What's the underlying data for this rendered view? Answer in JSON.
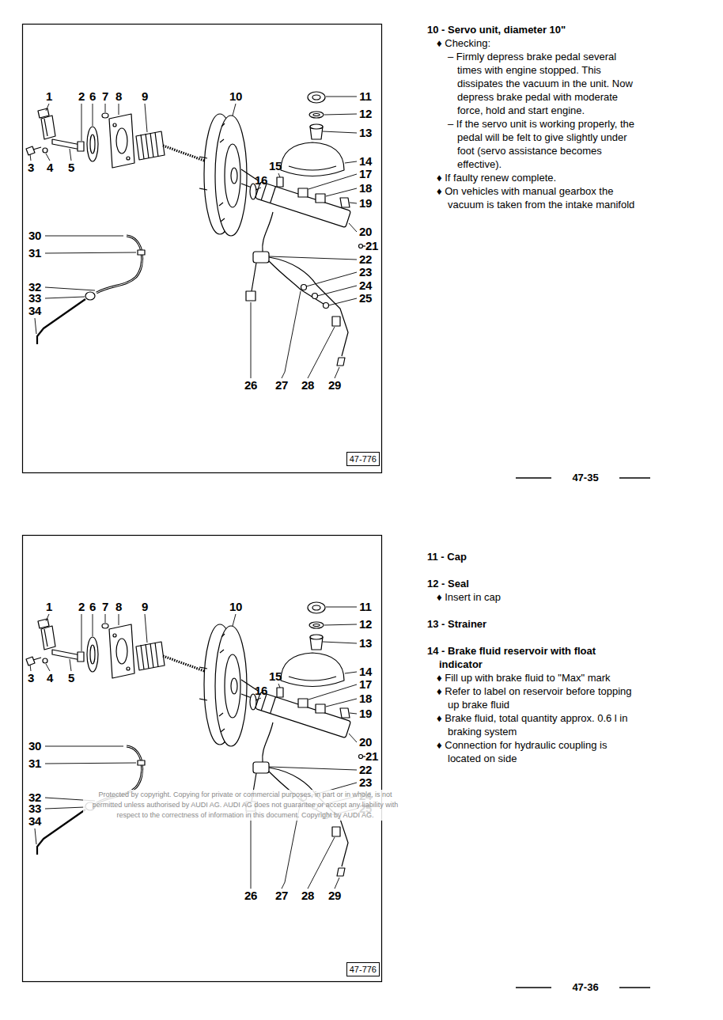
{
  "diagram": {
    "nodes": [
      {
        "text": [
          "47-776"
        ]
      },
      {
        "text": [
          "47-776"
        ]
      }
    ],
    "labels": [
      "1",
      "2",
      "6",
      "7",
      "8",
      "9",
      "10",
      "11",
      "12",
      "13",
      "14",
      "15",
      "16",
      "17",
      "18",
      "19",
      "3",
      "4",
      "5",
      "20",
      "21",
      "22",
      "23",
      "24",
      "25",
      "30",
      "31",
      "32",
      "33",
      "34",
      "26",
      "27",
      "28",
      "29",
      "1",
      "2",
      "6",
      "7",
      "8",
      "9",
      "10",
      "11",
      "12",
      "13",
      "14",
      "15",
      "16",
      "17",
      "18",
      "19",
      "3",
      "4",
      "5",
      "20",
      "21",
      "22",
      "23",
      "24",
      "25",
      "30",
      "31",
      "32",
      "33",
      "34",
      "26",
      "27",
      "28",
      "29",
      "10 - Servo unit, diameter 10\"",
      "♦ Checking:",
      "– Firmly depress brake pedal several times with engine stopped. This dissipates the vacuum in the unit. Now depress brake pedal with moderate force, hold and start engine.",
      "– If the servo unit is working properly, the pedal will be felt to give slightly under foot (servo assistance becomes effective).",
      "♦ If faulty renew complete.",
      "♦ On vehicles with manual gearbox the vacuum is taken from the intake manifold",
      "47-35",
      "11 - Cap",
      "12 - Seal",
      "♦ Insert in cap",
      "13 - Strainer",
      "14 - Brake fluid reservoir with float indicator",
      "♦ Fill up with brake fluid to \"Max\" mark",
      "♦ Refer to label on reservoir before topping up brake fluid",
      "♦ Brake fluid, total quantity approx. 0.6 l in braking system",
      "♦ Connection for hydraulic coupling is located on side",
      "47-36",
      "Protected by copyright. Copying for private or commercial purposes, in part or in whole, is not permitted unless authorised by AUDI AG. AUDI AG does not guarantee or accept any liability with respect to the correctness of information in this document. Copyright by AUDI AG."
    ]
  }
}
